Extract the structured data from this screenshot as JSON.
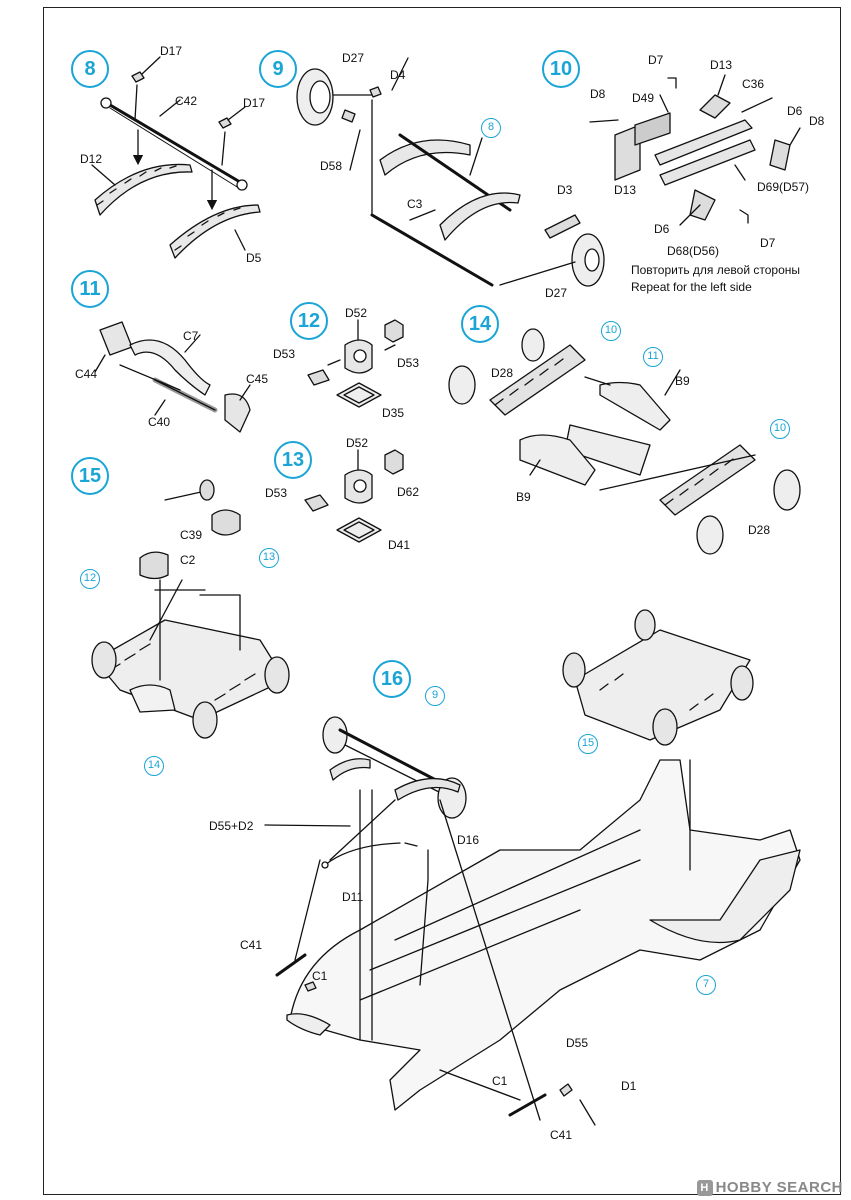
{
  "steps": [
    {
      "id": "8",
      "label": "8"
    },
    {
      "id": "9",
      "label": "9"
    },
    {
      "id": "10",
      "label": "10"
    },
    {
      "id": "11",
      "label": "11"
    },
    {
      "id": "12",
      "label": "12"
    },
    {
      "id": "13",
      "label": "13"
    },
    {
      "id": "14",
      "label": "14"
    },
    {
      "id": "15",
      "label": "15"
    },
    {
      "id": "16",
      "label": "16"
    }
  ],
  "refs": {
    "s9_r8": "8",
    "s14_r10a": "10",
    "s14_r11": "11",
    "s14_r10b": "10",
    "s15_r12": "12",
    "s15_r13": "13",
    "s15_r14": "14",
    "s16_r9": "9",
    "s16_r15": "15",
    "s16_r7": "7"
  },
  "labels": {
    "s8_d17a": "D17",
    "s8_c42": "C42",
    "s8_d17b": "D17",
    "s8_d12": "D12",
    "s8_d5": "D5",
    "s9_d27a": "D27",
    "s9_d4": "D4",
    "s9_d58": "D58",
    "s9_c3": "C3",
    "s9_d3": "D3",
    "s9_d27b": "D27",
    "s10_d7a": "D7",
    "s10_d13a": "D13",
    "s10_d8a": "D8",
    "s10_d49": "D49",
    "s10_c36": "C36",
    "s10_d6a": "D6",
    "s10_d8b": "D8",
    "s10_d13b": "D13",
    "s10_d69": "D69(D57)",
    "s10_d6b": "D6",
    "s10_d68": "D68(D56)",
    "s10_d7b": "D7",
    "s11_c7": "C7",
    "s11_c44": "C44",
    "s11_c45": "C45",
    "s11_c40": "C40",
    "s12_d52": "D52",
    "s12_d53a": "D53",
    "s12_d53b": "D53",
    "s12_d35": "D35",
    "s13_d52": "D52",
    "s13_d53": "D53",
    "s13_d62": "D62",
    "s13_d41": "D41",
    "s14_d28a": "D28",
    "s14_b9a": "B9",
    "s14_b9b": "B9",
    "s14_d28b": "D28",
    "s15_c39": "C39",
    "s15_c2": "C2",
    "s16_d55d2": "D55+D2",
    "s16_d16": "D16",
    "s16_d11": "D11",
    "s16_c41a": "C41",
    "s16_c1a": "C1",
    "s16_d55": "D55",
    "s16_d1": "D1",
    "s16_c1b": "C1",
    "s16_c41b": "C41"
  },
  "note": {
    "ru": "Повторить для левой стороны",
    "en": "Repeat for the left side"
  },
  "watermark": "HOBBY SEARCH",
  "colors": {
    "accent": "#1aa5d6",
    "line": "#111111"
  }
}
